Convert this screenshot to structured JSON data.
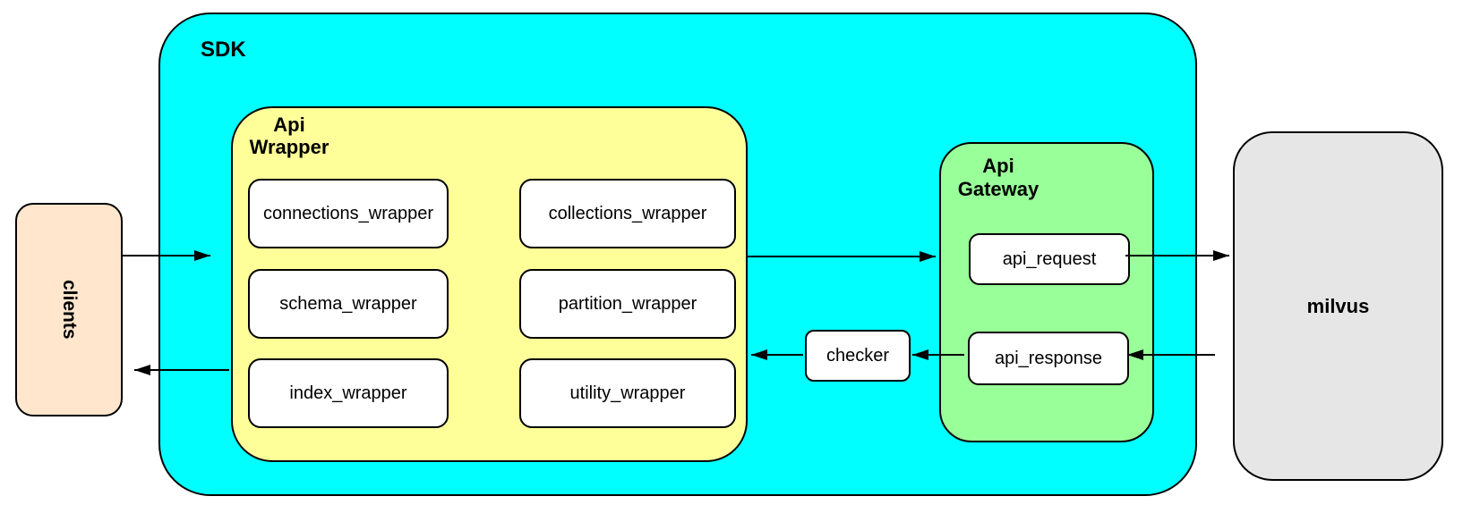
{
  "diagram": {
    "clients": {
      "label": "clients"
    },
    "sdk": {
      "label": "SDK"
    },
    "api_wrapper": {
      "title_line1": "Api",
      "title_line2": "Wrapper",
      "modules": [
        {
          "label": "connections_wrapper"
        },
        {
          "label": "collections_wrapper"
        },
        {
          "label": "schema_wrapper"
        },
        {
          "label": "partition_wrapper"
        },
        {
          "label": "index_wrapper"
        },
        {
          "label": "utility_wrapper"
        }
      ]
    },
    "checker": {
      "label": "checker"
    },
    "api_gateway": {
      "title_line1": "Api",
      "title_line2": "Gateway",
      "request": {
        "label": "api_request"
      },
      "response": {
        "label": "api_response"
      }
    },
    "milvus": {
      "label": "milvus"
    },
    "colors": {
      "sdk_fill": "#00FFFF",
      "api_wrapper_fill": "#FFFF99",
      "api_gateway_fill": "#99FF99",
      "clients_fill": "#FFE6CC",
      "milvus_fill": "#E6E6E6",
      "module_fill": "#FFFFFF",
      "stroke": "#000000"
    }
  }
}
